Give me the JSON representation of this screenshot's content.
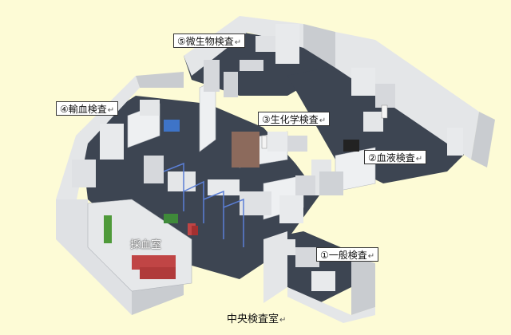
{
  "labels": {
    "microbiology": "⑤微生物検査",
    "transfusion": "④輸血検査",
    "biochemistry": "③生化学検査",
    "hematology": "②血液検査",
    "general": "①一般検査",
    "blood_collection_room": "採血室",
    "central_lab": "中央検査室"
  },
  "return_mark": "↵",
  "colors": {
    "background": "#fdfbd6",
    "floor": "#3d4552",
    "wall": "#e4e6e8",
    "wall_side": "#c9ccd0",
    "equipment": "#d6d8dc",
    "accent_blue": "#5b7fd6",
    "accent_red": "#c04545",
    "plant": "#4f9a3a"
  }
}
